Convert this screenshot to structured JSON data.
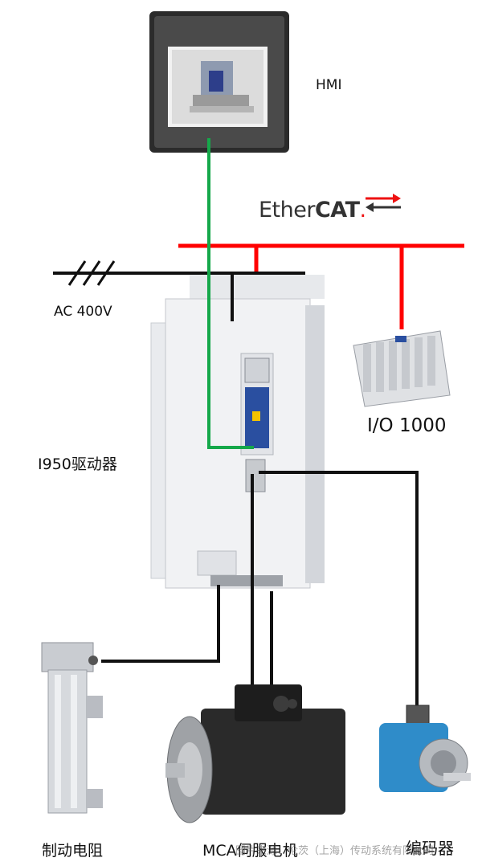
{
  "labels": {
    "hmi": "HMI",
    "ac": "AC 400V",
    "io": "I/O 1000",
    "drive": "I950驱动器",
    "brake_resistor": "制动电阻",
    "motor": "MCA伺服电机",
    "encoder": "编码器"
  },
  "logo": {
    "ethercat_regular": "Ether",
    "ethercat_bold": "CAT",
    "ethercat_mark": "."
  },
  "watermark": "图片来源：伦茨（上海）传动系统有限公司",
  "colors": {
    "ethercat_bus": "#ff0000",
    "hmi_link": "#15a84a",
    "power_wiring": "#111111",
    "drive_accent": "#2a4fa0"
  }
}
